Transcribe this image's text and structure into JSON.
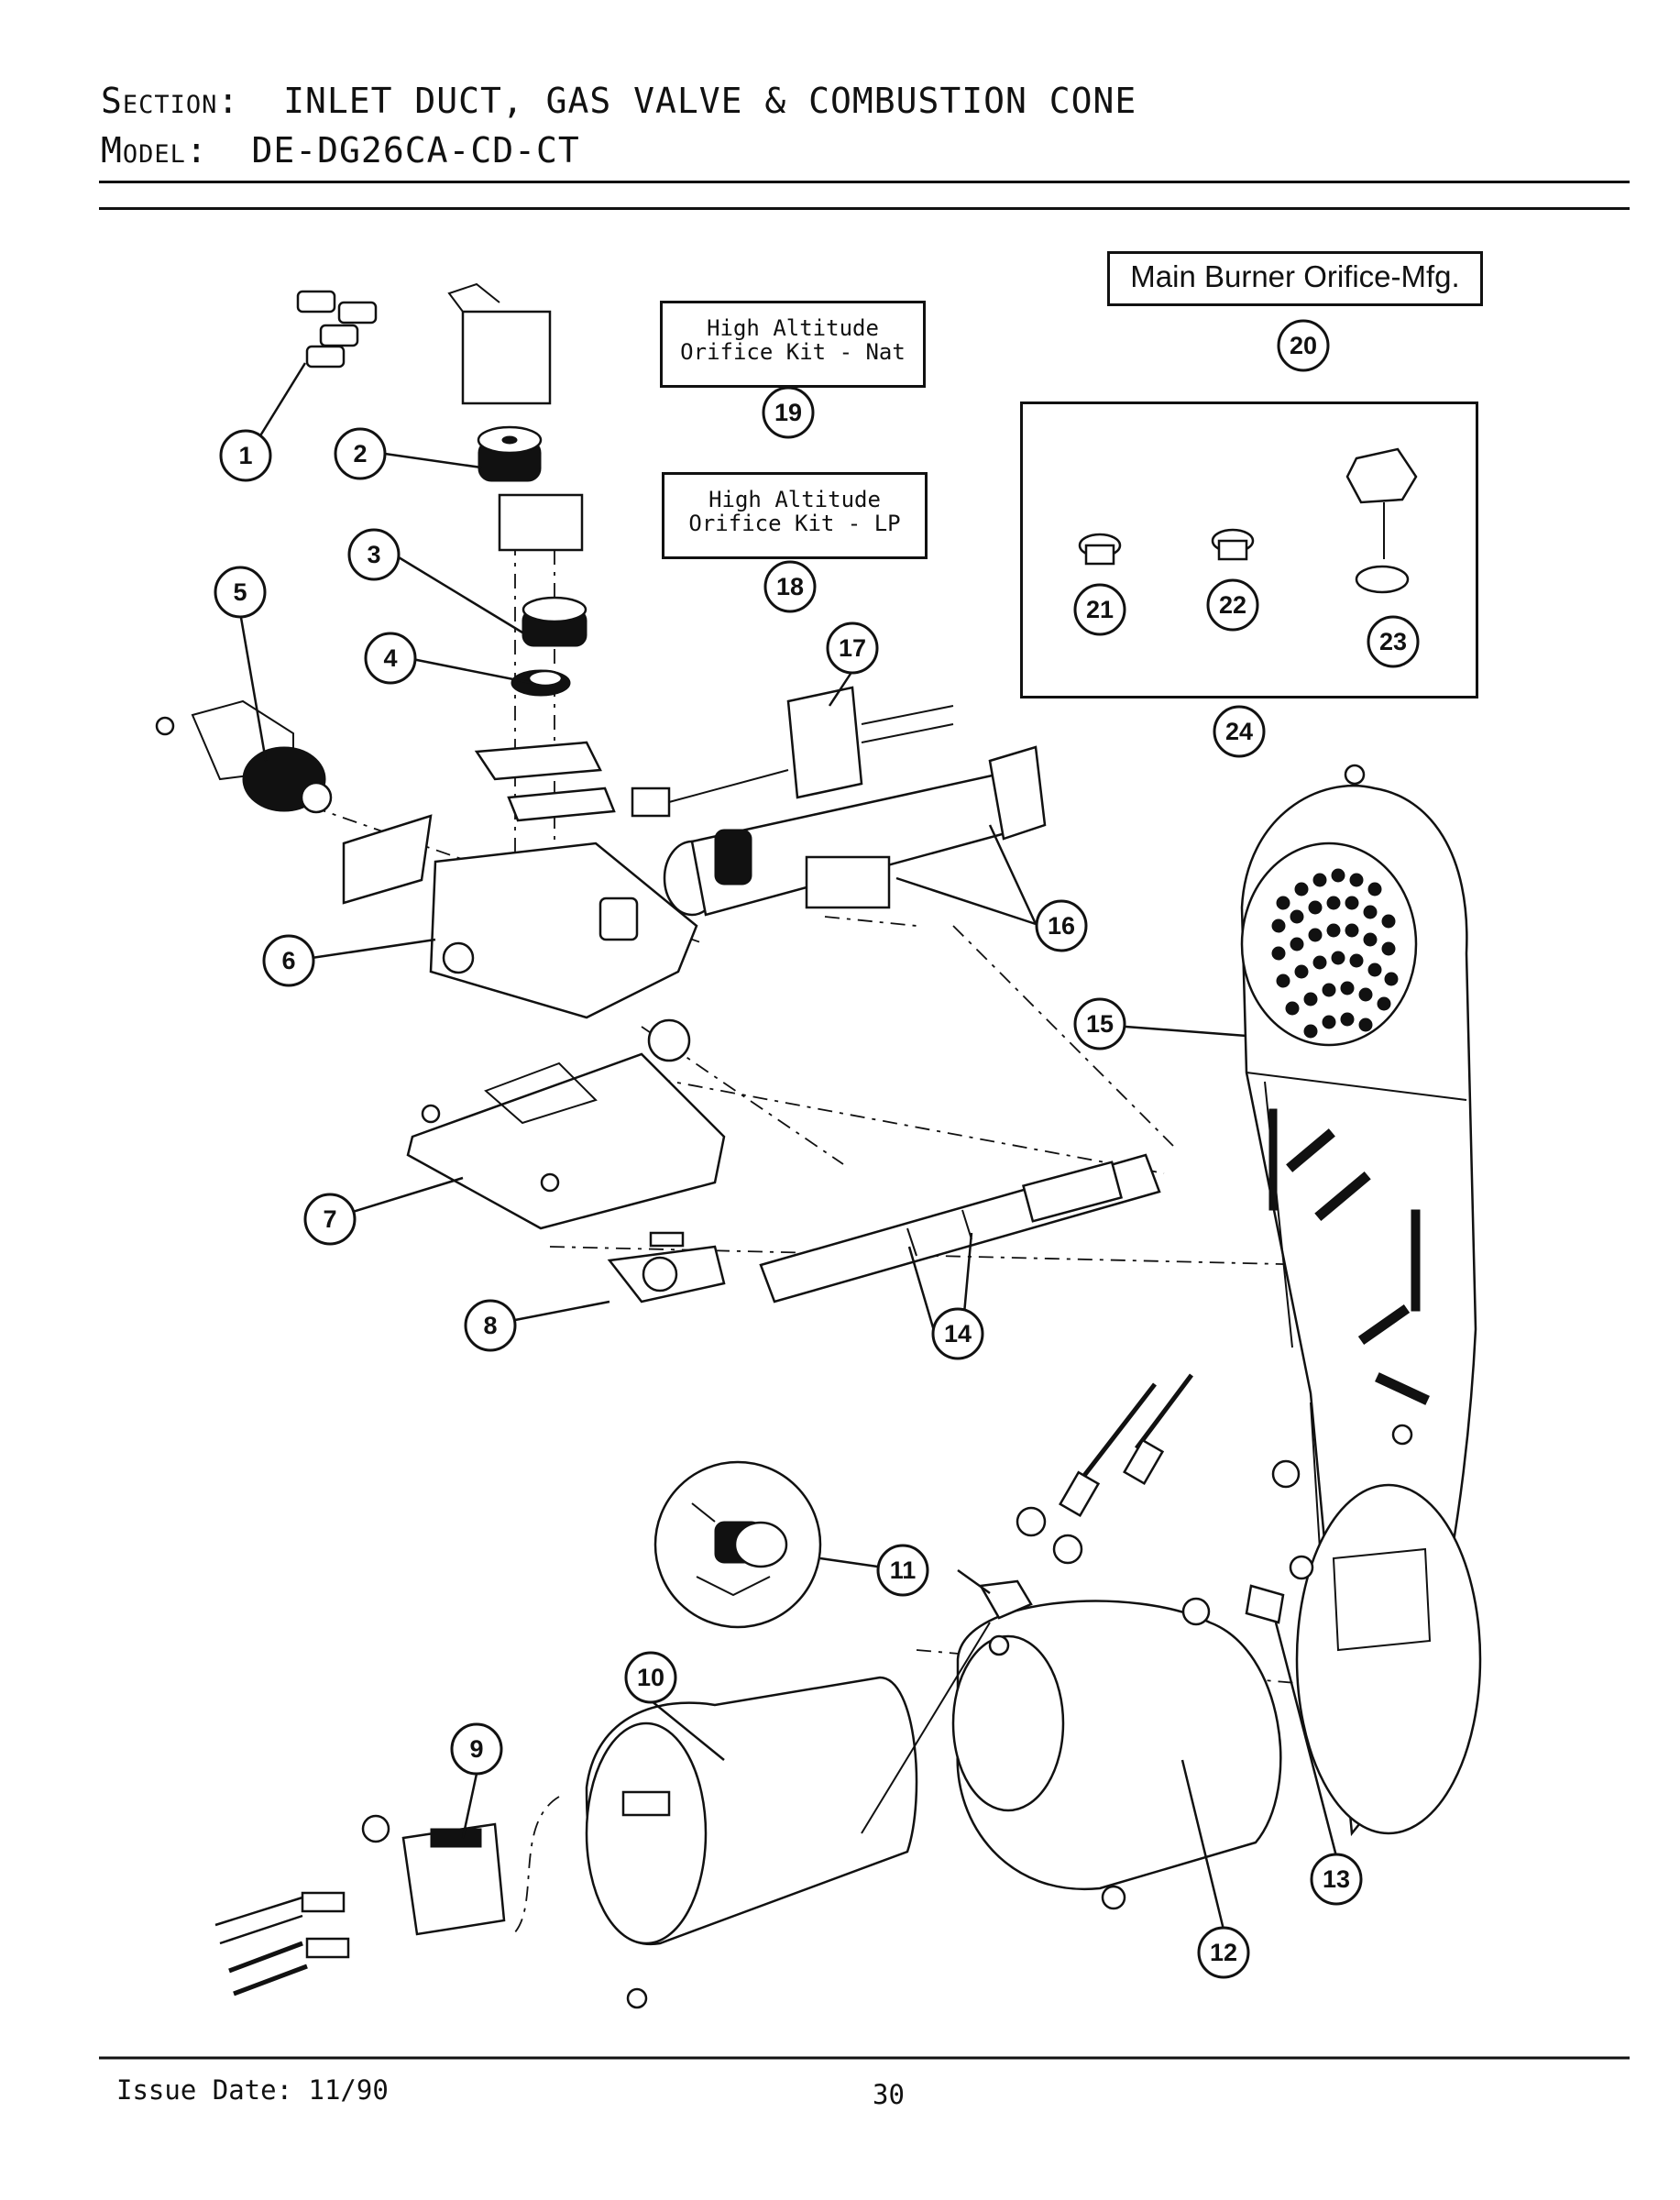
{
  "header": {
    "section_key": "Section:",
    "section_value": "INLET DUCT, GAS VALVE & COMBUSTION CONE",
    "model_key": "Model:",
    "model_value": "DE-DG26CA-CD-CT"
  },
  "boxes": {
    "high_alt_nat": [
      "High Altitude",
      "Orifice Kit - Nat"
    ],
    "high_alt_lp": [
      "High Altitude",
      "Orifice Kit - LP"
    ],
    "main_burner": "Main Burner Orifice-Mfg."
  },
  "callouts": [
    "1",
    "2",
    "3",
    "4",
    "5",
    "6",
    "7",
    "8",
    "9",
    "10",
    "11",
    "12",
    "13",
    "14",
    "15",
    "16",
    "17",
    "18",
    "19",
    "20",
    "21",
    "22",
    "23",
    "24"
  ],
  "footer": {
    "issue_date": "Issue Date: 11/90",
    "page_number": "30"
  }
}
